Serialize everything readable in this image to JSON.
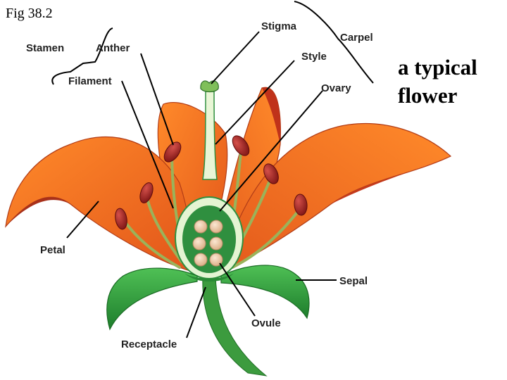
{
  "figure": "Fig 38.2",
  "side_title": {
    "line1": "a typical",
    "line2": "flower"
  },
  "labels": {
    "stamen": "Stamen",
    "anther": "Anther",
    "filament": "Filament",
    "stigma": "Stigma",
    "carpel": "Carpel",
    "style": "Style",
    "ovary": "Ovary",
    "petal": "Petal",
    "sepal": "Sepal",
    "ovule": "Ovule",
    "receptacle": "Receptacle"
  },
  "colors": {
    "petal": "#f26a1b",
    "petal_shade": "#c0321a",
    "sepal": "#2e9a3c",
    "ovary": "#2f8f3f",
    "ovule": "#e9c9a8",
    "anther": "#9b2222",
    "filament": "#9ab35a"
  }
}
